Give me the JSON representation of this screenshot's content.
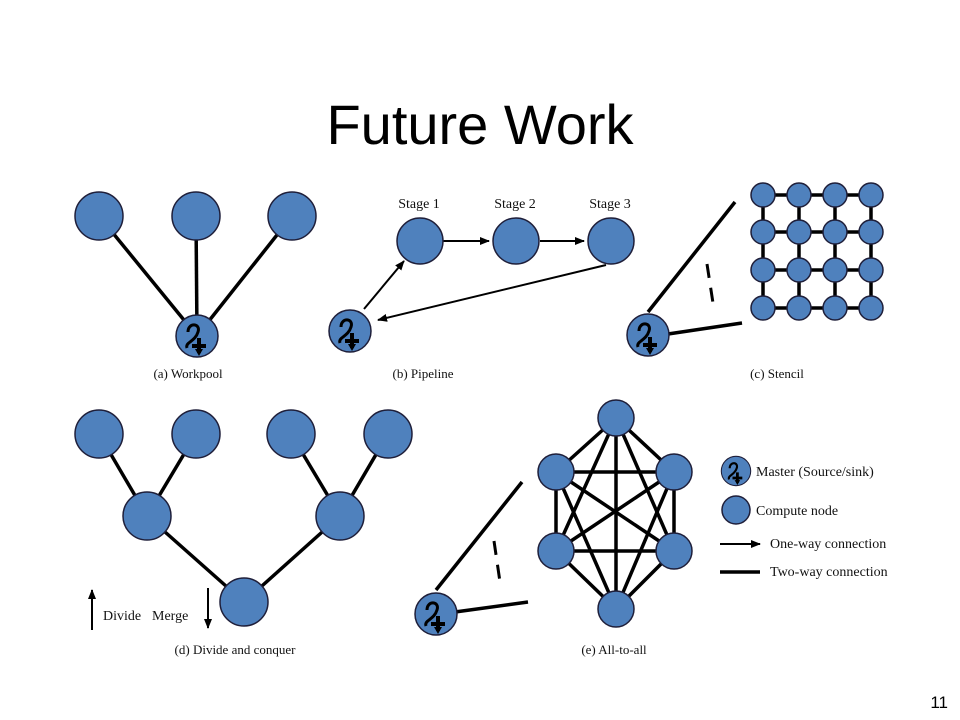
{
  "slide": {
    "title": "Future Work",
    "page_number": "11"
  },
  "captions": {
    "workpool": "(a) Workpool",
    "pipeline": "(b) Pipeline",
    "stencil": "(c) Stencil",
    "divide_conquer": "(d) Divide and conquer",
    "all_to_all": "(e) All-to-all"
  },
  "pipeline_stages": [
    "Stage 1",
    "Stage 2",
    "Stage 3"
  ],
  "divide_merge": {
    "divide": "Divide",
    "merge": "Merge"
  },
  "legend": {
    "master": "Master (Source/sink)",
    "compute": "Compute node",
    "one_way": "One-way connection",
    "two_way": "Two-way connection"
  }
}
